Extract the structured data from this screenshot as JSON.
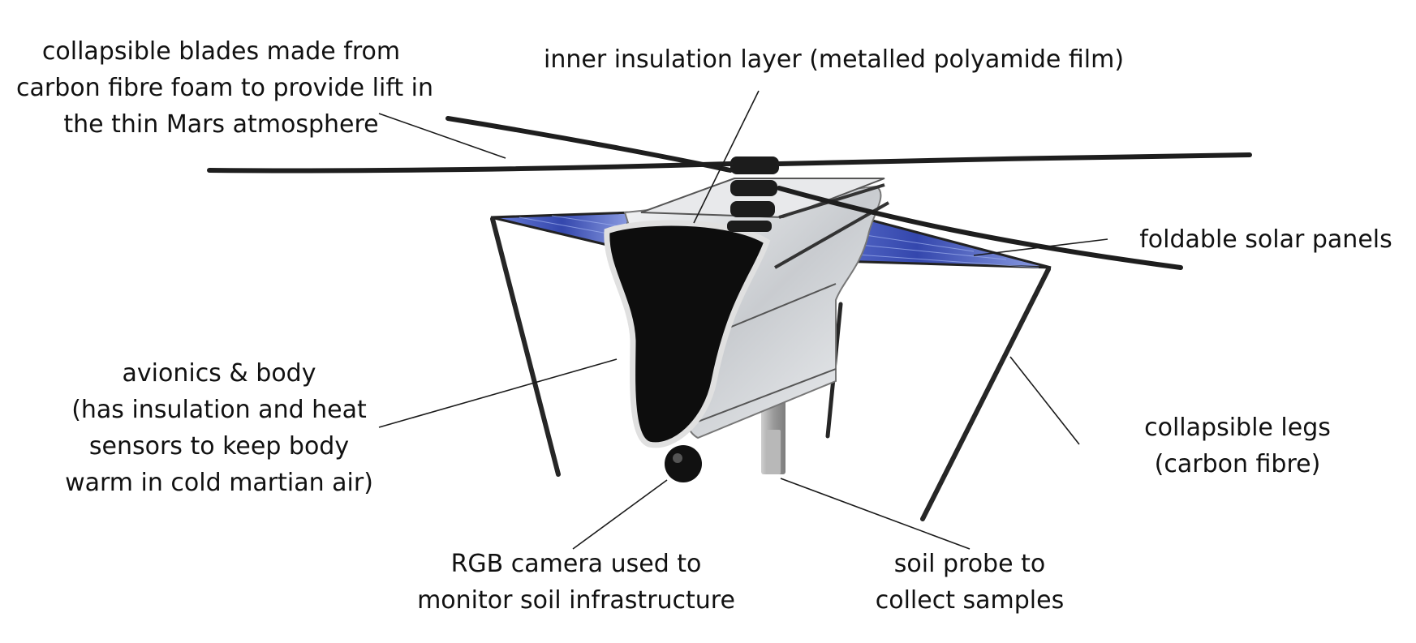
{
  "labels": {
    "blades": [
      "collapsible blades made from",
      "carbon fibre foam to provide lift in",
      "the thin Mars atmosphere"
    ],
    "insulation": [
      "inner insulation layer (metalled polyamide film)"
    ],
    "solar": [
      "foldable solar panels"
    ],
    "avionics": [
      "avionics & body",
      "(has insulation and heat",
      "sensors to keep body",
      "warm in cold martian air)"
    ],
    "legs": [
      "collapsible legs",
      "(carbon fibre)"
    ],
    "camera": [
      "RGB camera used to",
      "monitor soil infrastructure"
    ],
    "probe": [
      "soil probe to",
      "collect samples"
    ]
  },
  "colors": {
    "solar_panel": "#3a4fb8",
    "body_face": "#0d0d0d",
    "body_shell": "#d8dadc",
    "carbon": "#2a2a2a",
    "probe": "#a8a8a8"
  }
}
